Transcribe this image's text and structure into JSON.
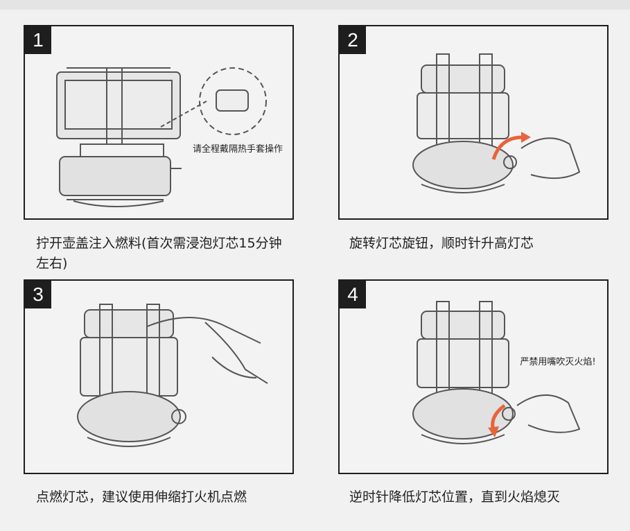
{
  "steps": [
    {
      "number": "1",
      "caption": "拧开壶盖注入燃料(首次需浸泡灯芯15分钟左右)",
      "note": "请全程戴隔热手套操作"
    },
    {
      "number": "2",
      "caption": "旋转灯芯旋钮，顺时针升高灯芯"
    },
    {
      "number": "3",
      "caption": "点燃灯芯，建议使用伸缩打火机点燃"
    },
    {
      "number": "4",
      "caption": "逆时针降低灯芯位置，直到火焰熄灭",
      "note": "严禁用嘴吹灭火焰!"
    }
  ],
  "colors": {
    "arrow": "#e8643a",
    "frame": "#1d1d1d",
    "panel_bg": "#f3f3f3"
  }
}
